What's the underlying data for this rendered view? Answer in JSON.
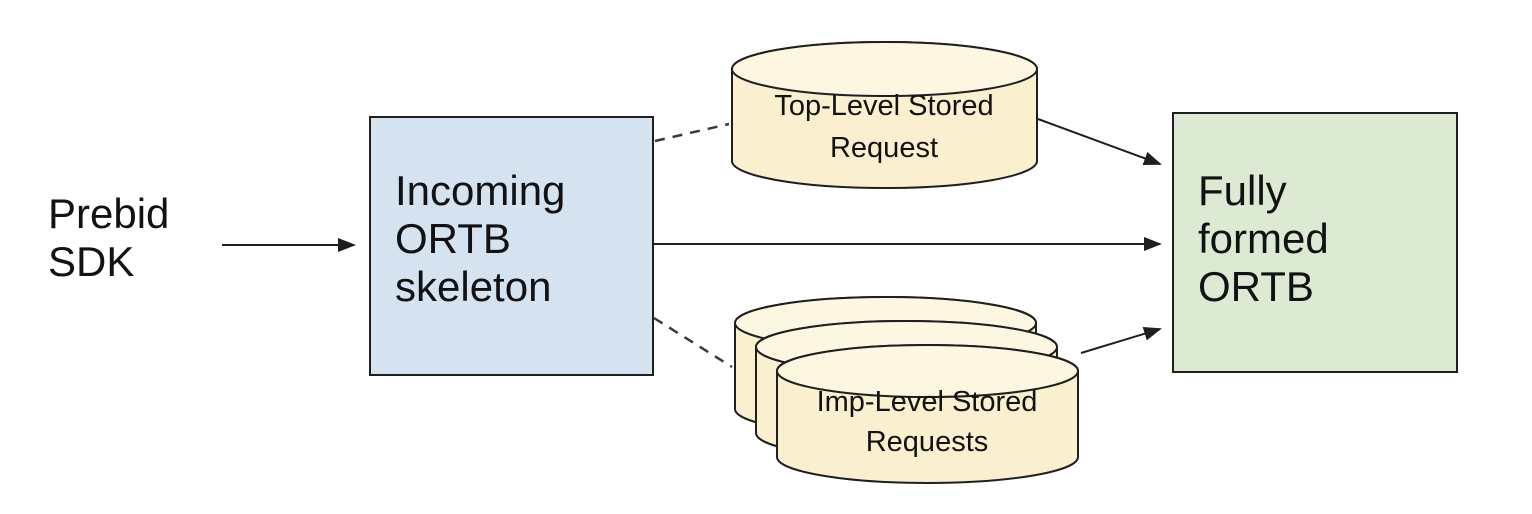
{
  "colors": {
    "background": "#ffffff",
    "incoming_box_fill": "#d5e2f0",
    "fully_formed_box_fill": "#dcead3",
    "cylinder_body_fill": "#faefce",
    "cylinder_top_fill": "#fdf6e0",
    "stroke": "#1f1f1f",
    "text": "#121212"
  },
  "nodes": {
    "prebid_sdk": {
      "lines": [
        "Prebid",
        "SDK"
      ]
    },
    "incoming_ortb": {
      "lines": [
        "Incoming",
        "ORTB",
        "skeleton"
      ]
    },
    "top_level_stored_request": {
      "lines": [
        "Top-Level Stored",
        "Request"
      ]
    },
    "imp_level_stored_requests": {
      "lines": [
        "Imp-Level Stored",
        "Requests"
      ]
    },
    "fully_formed_ortb": {
      "lines": [
        "Fully",
        "formed",
        "ORTB"
      ]
    }
  },
  "edges": [
    {
      "from": "prebid_sdk",
      "to": "incoming_ortb",
      "style": "solid-arrow"
    },
    {
      "from": "incoming_ortb",
      "to": "top_level_stored_request",
      "style": "dashed"
    },
    {
      "from": "top_level_stored_request",
      "to": "fully_formed_ortb",
      "style": "solid-arrow"
    },
    {
      "from": "incoming_ortb",
      "to": "fully_formed_ortb",
      "style": "solid-arrow"
    },
    {
      "from": "incoming_ortb",
      "to": "imp_level_stored_requests",
      "style": "dashed"
    },
    {
      "from": "imp_level_stored_requests",
      "to": "fully_formed_ortb",
      "style": "solid-arrow"
    }
  ]
}
